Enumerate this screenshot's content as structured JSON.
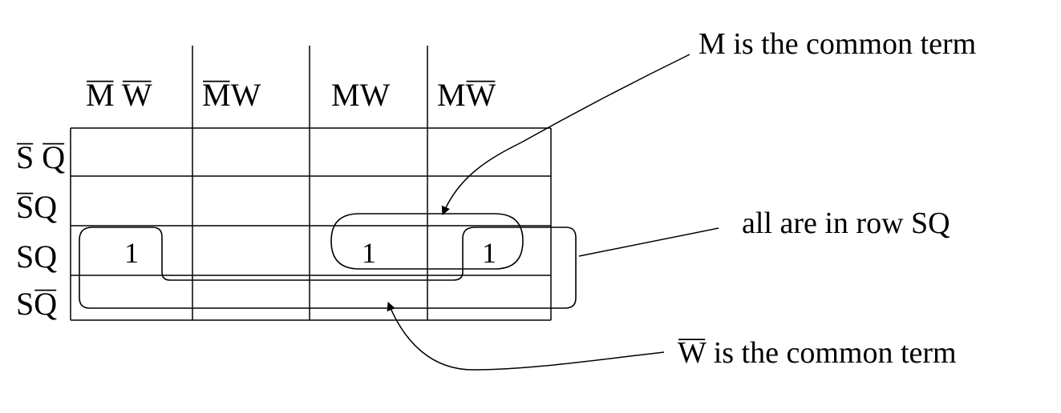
{
  "kmap": {
    "column_headers": [
      {
        "parts": [
          {
            "t": "M",
            "bar": true
          },
          {
            "t": " ",
            "bar": false
          },
          {
            "t": "W",
            "bar": true
          }
        ]
      },
      {
        "parts": [
          {
            "t": "M",
            "bar": true
          },
          {
            "t": "W",
            "bar": false
          }
        ]
      },
      {
        "parts": [
          {
            "t": "MW",
            "bar": false
          }
        ]
      },
      {
        "parts": [
          {
            "t": "M",
            "bar": false
          },
          {
            "t": "W",
            "bar": true
          }
        ]
      }
    ],
    "row_headers": [
      {
        "parts": [
          {
            "t": "S",
            "bar": true
          },
          {
            "t": " ",
            "bar": false
          },
          {
            "t": "Q",
            "bar": true
          }
        ]
      },
      {
        "parts": [
          {
            "t": "S",
            "bar": true
          },
          {
            "t": "Q",
            "bar": false
          }
        ]
      },
      {
        "parts": [
          {
            "t": "SQ",
            "bar": false
          }
        ]
      },
      {
        "parts": [
          {
            "t": "S",
            "bar": false
          },
          {
            "t": "Q",
            "bar": true
          }
        ]
      }
    ],
    "cells": [
      [
        "",
        "",
        "",
        ""
      ],
      [
        "",
        "",
        "",
        ""
      ],
      [
        "1",
        "",
        "1",
        "1"
      ],
      [
        "",
        "",
        "",
        ""
      ]
    ]
  },
  "annotations": {
    "m_common": {
      "parts": [
        {
          "t": "M is the common term",
          "bar": false
        }
      ]
    },
    "row_sq": {
      "parts": [
        {
          "t": "all are in row SQ",
          "bar": false
        }
      ]
    },
    "w_common": {
      "parts": [
        {
          "t": "W",
          "bar": true
        },
        {
          "t": " is the common term",
          "bar": false
        }
      ]
    }
  }
}
